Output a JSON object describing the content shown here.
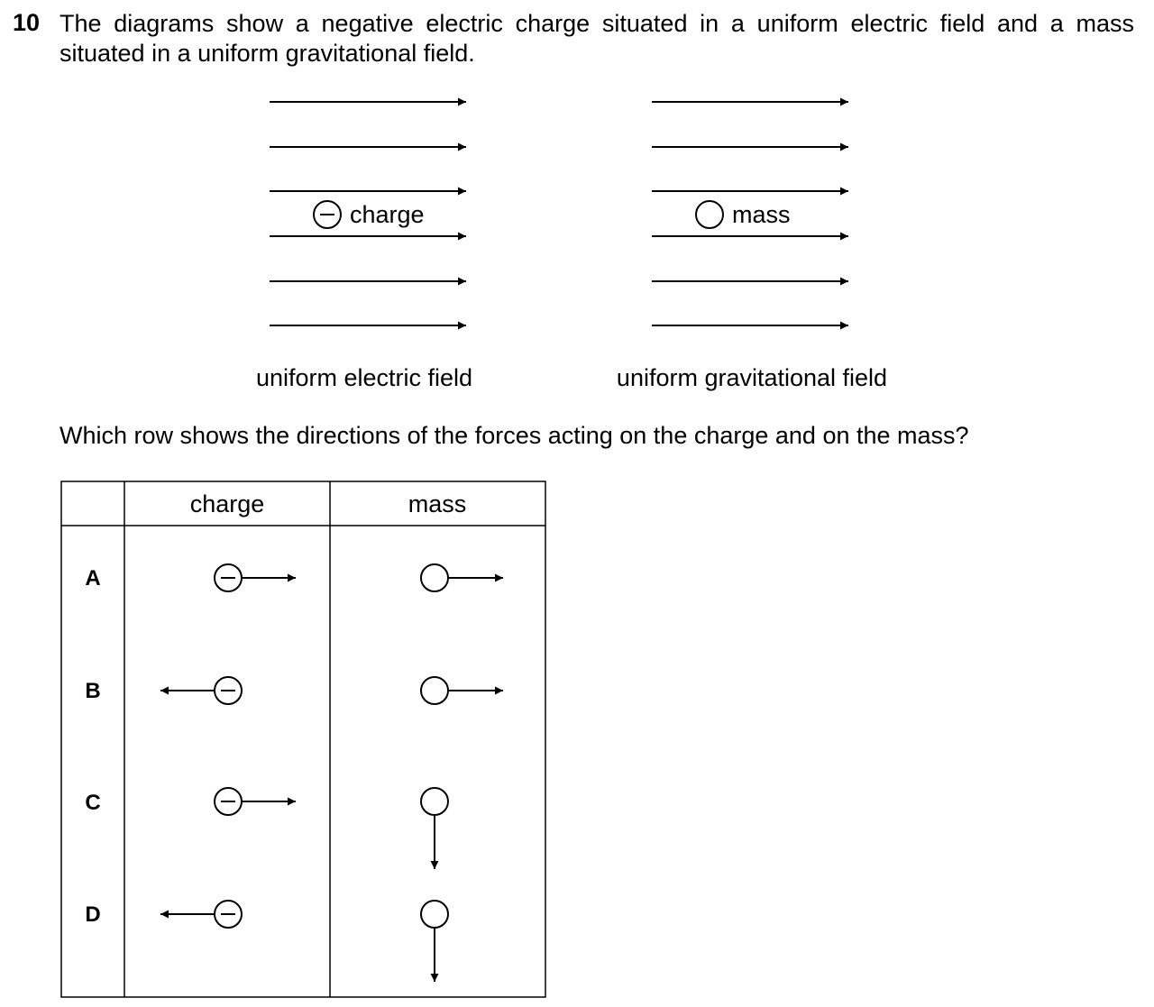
{
  "question": {
    "number": "10",
    "text": "The diagrams show a negative electric charge situated in a uniform electric field and a mass situated in a uniform gravitational field.",
    "prompt": "Which row shows the directions of the forces acting on the charge and on the mass?"
  },
  "diagrams": {
    "electric": {
      "object_label": "charge",
      "object_symbol": "−",
      "caption": "uniform electric field",
      "field_direction": "right",
      "line_count": 6
    },
    "gravitational": {
      "object_label": "mass",
      "caption": "uniform gravitational field",
      "field_direction": "right",
      "line_count": 6
    }
  },
  "table": {
    "headers": [
      "",
      "charge",
      "mass"
    ],
    "rows": [
      {
        "label": "A",
        "charge_force": "right",
        "mass_force": "right"
      },
      {
        "label": "B",
        "charge_force": "left",
        "mass_force": "right"
      },
      {
        "label": "C",
        "charge_force": "right",
        "mass_force": "down"
      },
      {
        "label": "D",
        "charge_force": "left",
        "mass_force": "down"
      }
    ]
  }
}
